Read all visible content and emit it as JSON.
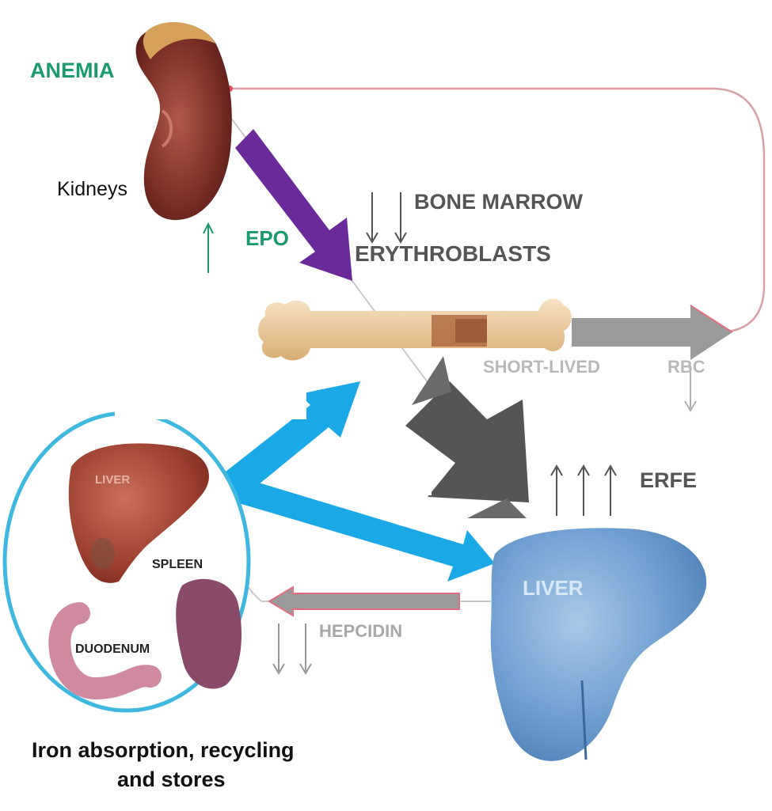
{
  "labels": {
    "anemia": "ANEMIA",
    "kidneys": "Kidneys",
    "epo": "EPO",
    "bone_marrow": "BONE MARROW",
    "erythroblasts": "ERYTHROBLASTS",
    "short_lived": "SHORT-LIVED",
    "rbc": "RBC",
    "erfe": "ERFE",
    "hepcidin": "HEPCIDIN",
    "iron_caption_line1": "Iron absorption, recycling",
    "iron_caption_line2": "and stores"
  },
  "organ_labels": {
    "liver_small": "LIVER",
    "spleen": "SPLEEN",
    "duodenum": "DUODENUM",
    "liver_large": "LIVER"
  },
  "colors": {
    "green": "#1a9a6e",
    "purple": "#6a2a9a",
    "cyan": "#1aa9e6",
    "dark_gray_arrow": "#5a5a5a",
    "light_gray_arrow": "#9a9a9a",
    "feedback_line": "#d9a0a6"
  },
  "icons": [
    "kidney-icon",
    "bone-icon",
    "liver-icon",
    "spleen-icon",
    "duodenum-icon"
  ]
}
